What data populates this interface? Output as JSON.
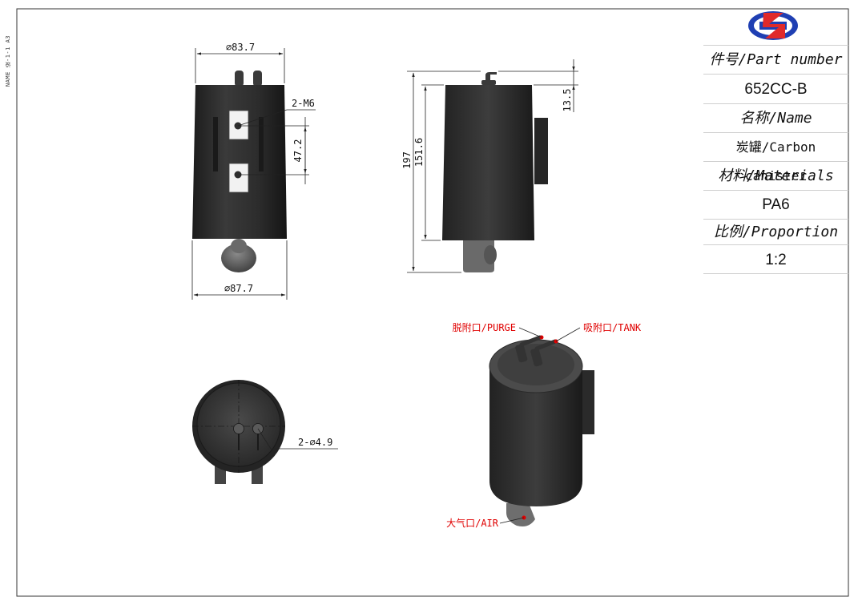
{
  "sidebar": {
    "label": "NAME  设-1-1  A3"
  },
  "title_block": {
    "part_number_label": "件号/Part number",
    "part_number_value": "652CC-B",
    "name_label": "名称/Name",
    "name_value": "炭罐/Carbon canister",
    "materials_label": "材料/Materials",
    "materials_value": "PA6",
    "proportion_label": "比例/Proportion",
    "proportion_value": "1:2"
  },
  "front_view": {
    "dim_top": "∅83.7",
    "dim_bottom": "∅87.7",
    "thread_callout": "2-M6",
    "hole_spacing": "47.2"
  },
  "side_view": {
    "overall_height": "197",
    "body_height": "151.6",
    "nozzle_height": "13.5"
  },
  "top_view": {
    "port_callout": "2-∅4.9"
  },
  "iso_view": {
    "purge_label": "脱附口/PURGE",
    "tank_label": "吸附口/TANK",
    "air_label": "大气口/AIR"
  },
  "colors": {
    "body_dark": "#2b2b2b",
    "callout_red": "#e00000",
    "dimension_line": "#222222"
  }
}
